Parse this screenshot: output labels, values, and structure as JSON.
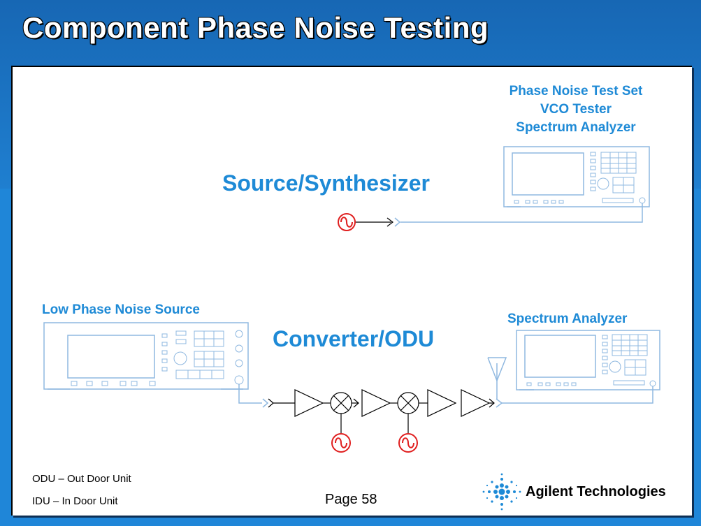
{
  "title": "Component Phase Noise Testing",
  "upper": {
    "instrument_labels": [
      "Phase Noise Test Set",
      "VCO Tester",
      "Spectrum Analyzer"
    ],
    "dut_label": "Source/Synthesizer"
  },
  "lower": {
    "source_label": "Low Phase Noise Source",
    "dut_label": "Converter/ODU",
    "analyzer_label": "Spectrum Analyzer"
  },
  "notes": [
    "ODU – Out Door Unit",
    "IDU – In Door Unit"
  ],
  "page": "Page 58",
  "brand": "Agilent Technologies",
  "colors": {
    "label_blue": "#1e8ad6",
    "background_blue": "#1f86d8",
    "source_red": "#e02020",
    "instrument_line": "#8fb8e0"
  },
  "icons": [
    "signal-source-icon",
    "amplifier-icon",
    "mixer-icon",
    "antenna-icon",
    "spectrum-analyzer-icon",
    "signal-generator-icon",
    "agilent-logo-icon"
  ]
}
